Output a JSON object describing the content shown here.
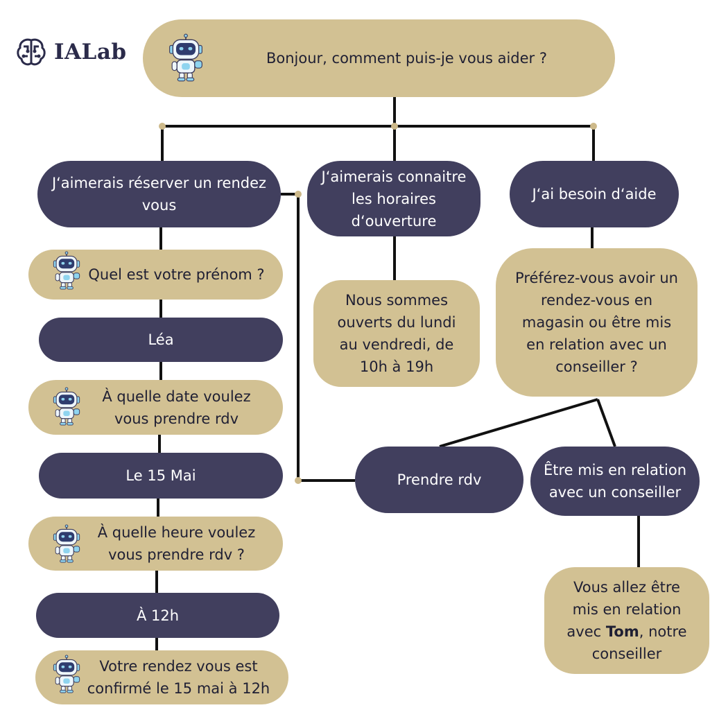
{
  "brand": {
    "logo_text": "IALab",
    "logo_icon": "brain-circuit-icon"
  },
  "colors": {
    "bot_bubble": "#d2c193",
    "user_bubble": "#413f5e",
    "line": "#111111",
    "dot": "#cdb98a"
  },
  "root": {
    "text": "Bonjour, comment puis-je vous aider ?"
  },
  "options": {
    "reserve": "J‘aimerais réserver un rendez vous",
    "hours": "J‘aimerais connaitre les horaires d‘ouverture",
    "help": "J‘ai besoin d‘aide"
  },
  "reserve_flow": {
    "q_name": "Quel est votre prénom ?",
    "a_name": "Léa",
    "q_date": "À quelle date voulez vous prendre rdv",
    "a_date": "Le 15 Mai",
    "q_time": "À quelle heure voulez vous prendre rdv ?",
    "a_time": "À 12h",
    "confirm": "Votre rendez vous est confirmé le 15 mai à 12h"
  },
  "hours_flow": {
    "answer": "Nous sommes ouverts du lundi au vendredi, de 10h à 19h"
  },
  "help_flow": {
    "question": "Préférez-vous avoir un rendez-vous en magasin ou être mis en relation avec un conseiller ?",
    "opt_rdv": "Prendre rdv",
    "opt_advisor": "Être mis en relation avec un conseiller",
    "answer_pre": "Vous allez être mis en relation avec ",
    "answer_name": "Tom",
    "answer_post": ", notre conseiller"
  }
}
